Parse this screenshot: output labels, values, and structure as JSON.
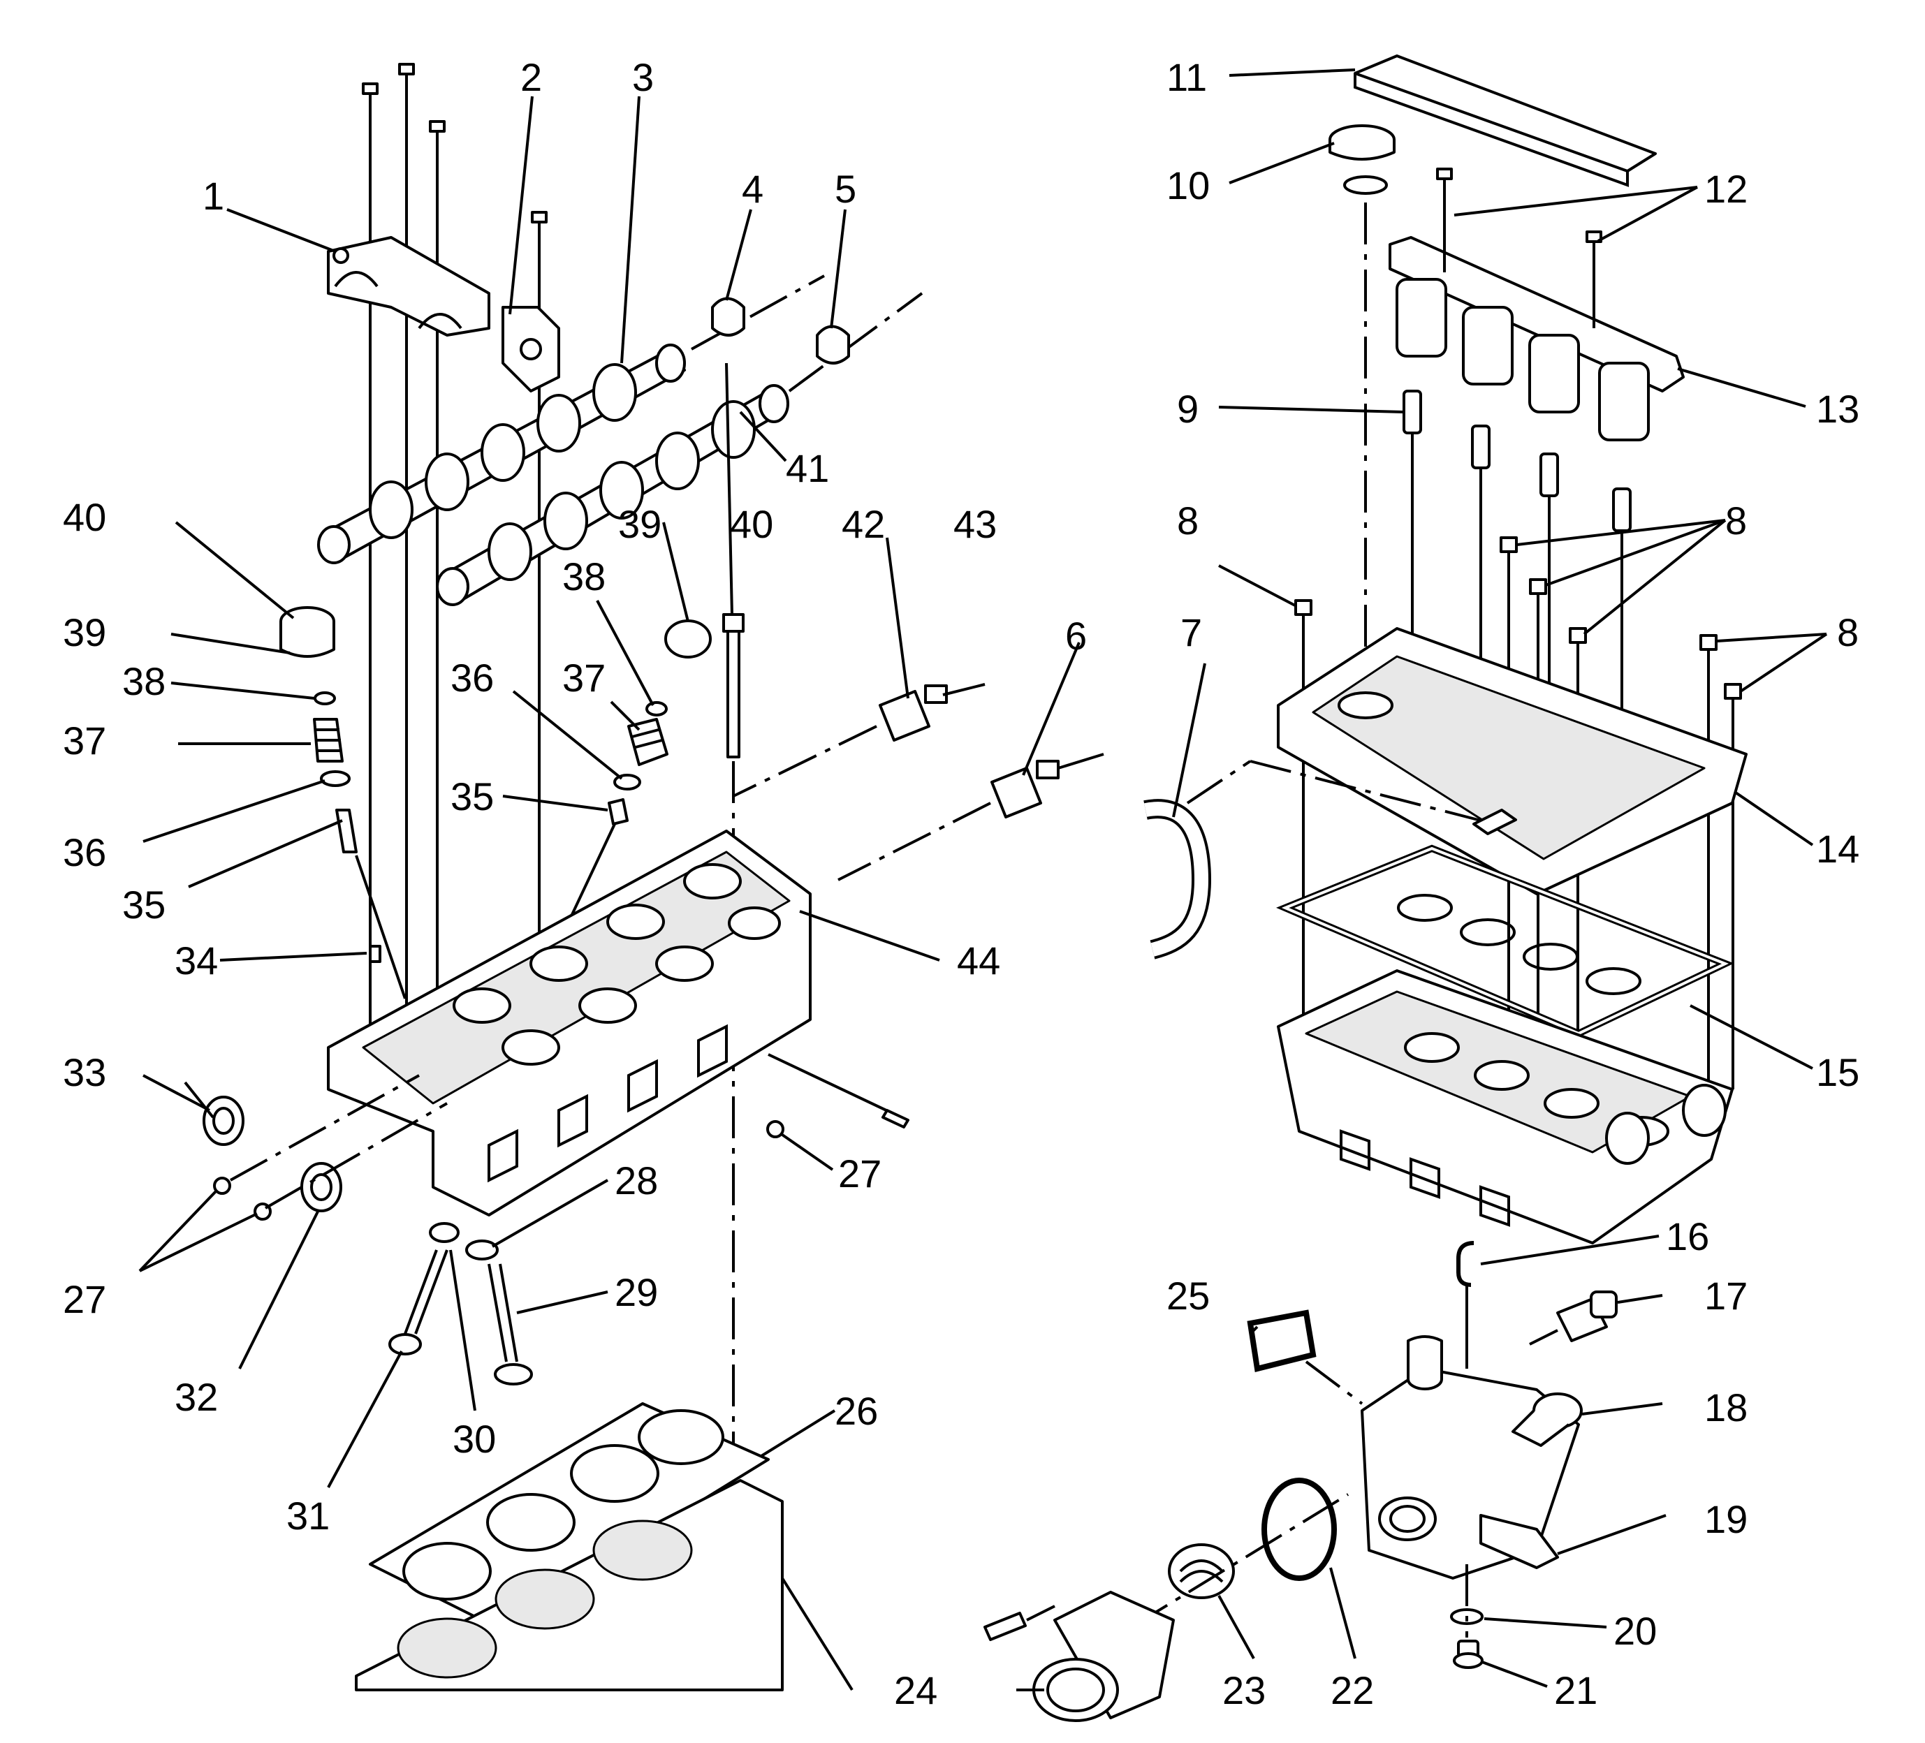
{
  "diagram": {
    "labels": {
      "c1": "1",
      "c2": "2",
      "c3": "3",
      "c4": "4",
      "c5": "5",
      "c6": "6",
      "c7": "7",
      "c8a": "8",
      "c8b": "8",
      "c8c": "8",
      "c9": "9",
      "c10": "10",
      "c11": "11",
      "c12": "12",
      "c13": "13",
      "c14": "14",
      "c15": "15",
      "c16": "16",
      "c17": "17",
      "c18": "18",
      "c19": "19",
      "c20": "20",
      "c21": "21",
      "c22": "22",
      "c23": "23",
      "c24": "24",
      "c25": "25",
      "c26": "26",
      "c27a": "27",
      "c27b": "27",
      "c28": "28",
      "c29": "29",
      "c30": "30",
      "c31": "31",
      "c32": "32",
      "c33": "33",
      "c34": "34",
      "c35a": "35",
      "c35b": "35",
      "c36a": "36",
      "c36b": "36",
      "c37a": "37",
      "c37b": "37",
      "c38a": "38",
      "c38b": "38",
      "c39a": "39",
      "c39b": "39",
      "c40a": "40",
      "c40b": "40",
      "c41": "41",
      "c42": "42",
      "c43": "43",
      "c44": "44"
    }
  }
}
